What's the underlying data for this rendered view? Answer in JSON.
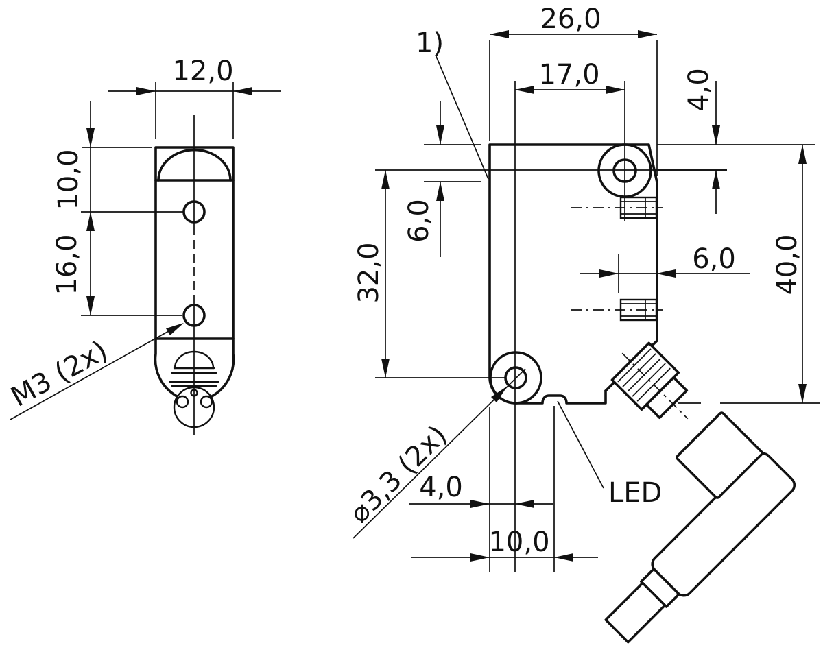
{
  "side_view": {
    "width": "12,0",
    "lens_height": "10,0",
    "hole_spacing": "16,0",
    "thread_label": "M3 (2x)"
  },
  "front_view": {
    "width": "26,0",
    "hole_spacing_x": "17,0",
    "hole_top_offset": "4,0",
    "optical_axis_offset": "6,0",
    "hole_spacing_y": "32,0",
    "thread_depth": "6,0",
    "height": "40,0",
    "hole_left_offset": "4,0",
    "led_offset": "10,0",
    "hole_label": "⌀3,3 (2x)",
    "led_label": "LED",
    "footnote": "1)"
  }
}
